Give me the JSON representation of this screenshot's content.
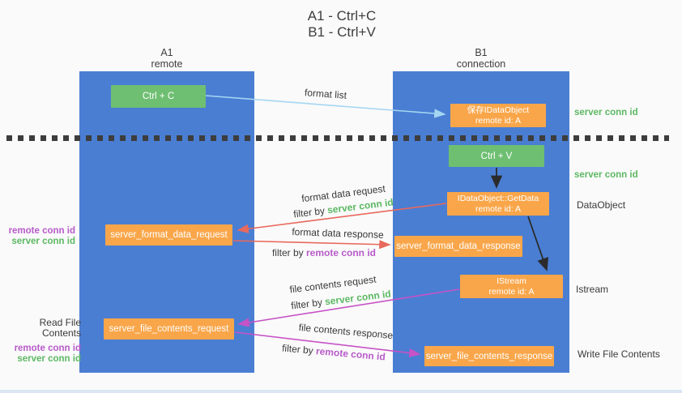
{
  "title": {
    "line1": "A1 - Ctrl+C",
    "line2": "B1 - Ctrl+V"
  },
  "columns": {
    "a1": {
      "name": "A1",
      "subtitle": "remote"
    },
    "b1": {
      "name": "B1",
      "subtitle": "connection"
    }
  },
  "nodes": {
    "ctrl_c": "Ctrl + C",
    "ctrl_v": "Ctrl + V",
    "save_idataobject": {
      "line1": "保存IDataObject",
      "line2": "remote id: A"
    },
    "getdata": {
      "line1": "IDataObject::GetData",
      "line2": "remote id: A"
    },
    "istream": {
      "line1": "IStream",
      "line2": "remote id: A"
    },
    "format_request": "server_format_data_request",
    "format_response": "server_format_data_response",
    "file_request": "server_file_contents_request",
    "file_response": "server_file_contents_response"
  },
  "edge_labels": {
    "format_list": "format list",
    "format_data_request": "format data request",
    "format_data_response": "format data response",
    "file_contents_request": "file contents request",
    "file_contents_response": "file contents response",
    "filter_by": "filter by",
    "server_conn_id": "server conn id",
    "remote_conn_id": "remote conn id"
  },
  "side_labels": {
    "left_remote_conn_id": "remote conn id",
    "left_server_conn_id": "server conn id",
    "read_file_contents": "Read File Contents",
    "read_remote_conn_id": "remote conn id",
    "read_server_conn_id": "server conn id",
    "right_server_conn_id_top": "server conn id",
    "right_server_conn_id_mid": "server conn id",
    "dataobject": "DataObject",
    "istream": "Istream",
    "write_file_contents": "Write File Contents"
  },
  "colors": {
    "lane_blue": "#4a7ed3",
    "node_green": "#6fbf72",
    "node_orange": "#f9a64a",
    "arrow_light_blue": "#a5d6f2",
    "arrow_red": "#e8695d",
    "arrow_magenta": "#c653c6",
    "arrow_black": "#2b2b2b",
    "text_green": "#5cb863",
    "text_purple": "#b75bc9"
  }
}
